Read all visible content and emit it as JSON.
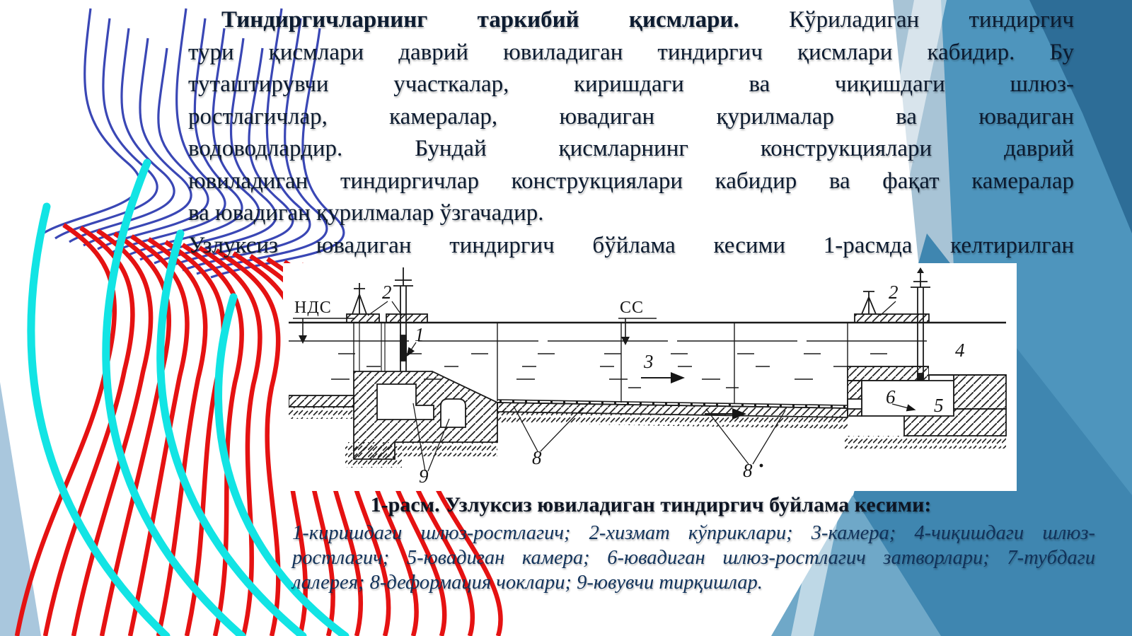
{
  "colors": {
    "body_text": "#0c1b30",
    "caption_text": "#11325a",
    "curve_blue": "#3a47b5",
    "stripe_red": "#e51212",
    "cyan_line": "#12e4e4",
    "shape_light": "#a8c4d6",
    "shape_medium": "#4e95bd",
    "shape_dark": "#2d6d97",
    "shape_facet": "#3f86b0",
    "shape_wedge": "#6fa8c8",
    "corner_pale": "#a9c7dd",
    "diagram_ink": "#1a1a1a"
  },
  "paragraph": {
    "line1_bold": "Тиндиргичларнинг таркибий қисмлари.",
    "line1_rest": " Кўриладиган тиндиргич",
    "line2": "тури қисмлари даврий ювиладиган тиндиргич қисмлари кабидир. Бу",
    "line3": "туташтирувчи участкалар, киришдаги ва чиқишдаги шлюз-",
    "line4": "ростлагичлар, камералар, ювадиган қурилмалар ва ювадиган",
    "line5": "водоводлардир. Бундай қисмларнинг конструкциялари даврий",
    "line6": "ювиладиган тиндиргичлар конструкциялари кабидир ва фақат камералар",
    "line7": "ва ювадиган қурилмалар ўзгачадир.",
    "line8": "Узлуксиз ювадиган тиндиргич бўйлама кесими 1-расмда келтирилган"
  },
  "figure": {
    "caption_title": "1-расм. Узлуксиз ювиладиган тиндиргич буйлама кесими:",
    "caption_line1": "1-киришдаги шлюз-ростлагич; 2-хизмат кўприклари; 3-камера; 4-чиқишдаги шлюз-",
    "caption_line2": "ростлагич; 5-ювадиган камера; 6-ювадиган шлюз-ростлагич затворлари; 7-тубдаги",
    "caption_line3": "лалерея; 8-деформация чоклари; 9-ювувчи тирқишлар.",
    "diagram_labels": {
      "nds": "НДС",
      "ss": "СС",
      "n1": "1",
      "n2_left": "2",
      "n2_right": "2",
      "n3": "3",
      "n4": "4",
      "n5": "5",
      "n6": "6",
      "n8_left": "8",
      "n8_right": "8",
      "n9": "9"
    }
  }
}
